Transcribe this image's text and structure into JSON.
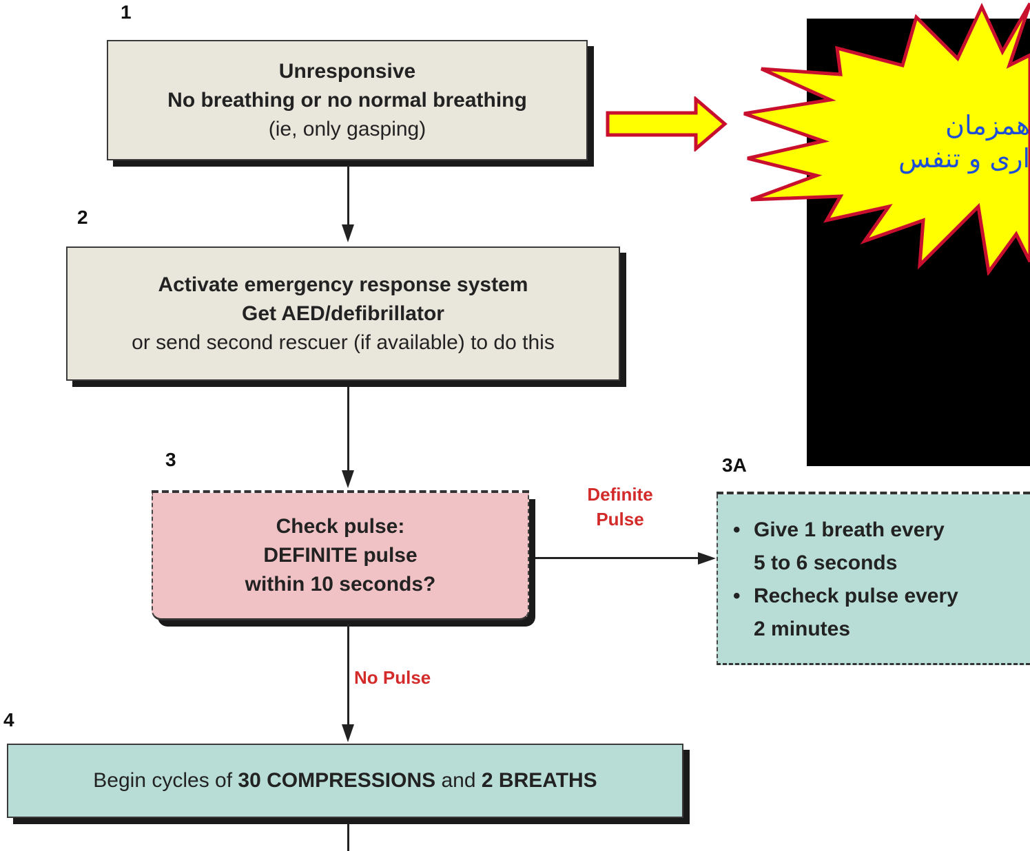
{
  "steps": {
    "s1": {
      "number": "1",
      "lines": [
        "Unresponsive",
        "No breathing or no normal breathing",
        "(ie, only gasping)"
      ]
    },
    "s2": {
      "number": "2",
      "lines": [
        "Activate emergency response system",
        "Get AED/defibrillator",
        "or send second rescuer (if available) to do this"
      ]
    },
    "s3": {
      "number": "3",
      "lines": [
        "Check pulse:",
        "DEFINITE pulse",
        "within 10 seconds?"
      ]
    },
    "s3a": {
      "number": "3A",
      "bullet_symbol": "•",
      "bullets": [
        {
          "line1": "Give 1 breath every",
          "line2": "5 to 6 seconds"
        },
        {
          "line1": "Recheck pulse every",
          "line2": "2 minutes"
        }
      ]
    },
    "s4": {
      "number": "4",
      "prefix": "Begin cycles of ",
      "bold1": "30 COMPRESSIONS",
      "mid": " and ",
      "bold2": "2 BREATHS"
    }
  },
  "labels": {
    "definite_pulse": [
      "Definite",
      "Pulse"
    ],
    "no_pulse": "No Pulse"
  },
  "callout": {
    "line1": "همزمان",
    "line2": "اری و تنفس"
  },
  "colors": {
    "beige": "#e9e6dc",
    "teal": "#b8ddd6",
    "pink": "#f1c2c5",
    "red_label": "#d32a2a",
    "callout_fill": "#ffff00",
    "callout_stroke": "#c8102e",
    "arrow_fill": "#ffff00",
    "arrow_stroke": "#c8102e"
  }
}
